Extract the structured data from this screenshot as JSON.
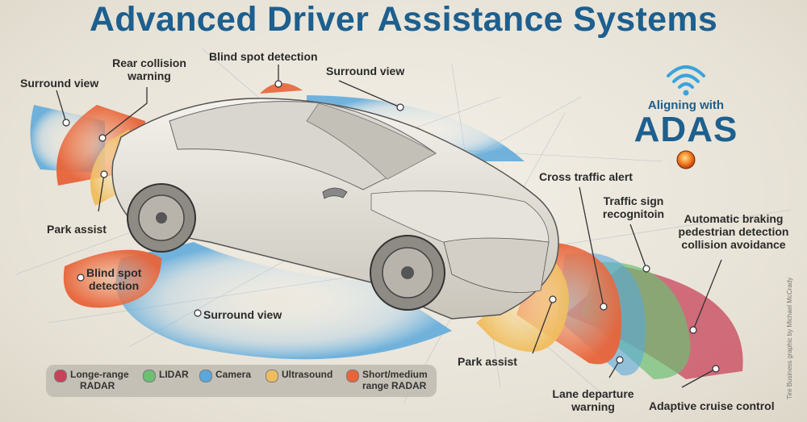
{
  "title": "Advanced Driver Assistance Systems",
  "badge": {
    "top_text": "Aligning with",
    "main_text": "ADAS"
  },
  "labels": {
    "rear_collision": [
      "Rear collision",
      "warning"
    ],
    "blind_spot_top": "Blind spot detection",
    "surround_top_left": "Surround view",
    "surround_top": "Surround view",
    "park_assist_rear": "Park assist",
    "blind_spot_side": [
      "Blind spot",
      "detection"
    ],
    "surround_bottom": "Surround view",
    "cross_traffic": "Cross traffic alert",
    "traffic_sign": [
      "Traffic sign",
      "recognitoin"
    ],
    "auto_braking": [
      "Automatic braking",
      "pedestrian detection",
      "collision avoidance"
    ],
    "park_assist_front": "Park assist",
    "lane_departure": [
      "Lane departure",
      "warning"
    ],
    "adaptive_cruise": "Adaptive cruise control"
  },
  "legend": [
    {
      "label": [
        "Longe-range",
        "RADAR"
      ],
      "color": "#c8435a"
    },
    {
      "label": [
        "LIDAR"
      ],
      "color": "#6cbf73"
    },
    {
      "label": [
        "Camera"
      ],
      "color": "#5aa8db"
    },
    {
      "label": [
        "Ultrasound"
      ],
      "color": "#f0bd5e"
    },
    {
      "label": [
        "Short/medium",
        "range RADAR"
      ],
      "color": "#e8643a"
    }
  ],
  "colors": {
    "title": "#1d5f8e",
    "long_radar": "#c8435a",
    "lidar": "#6cbf73",
    "camera": "#5aa8db",
    "ultrasound": "#f0bd5e",
    "short_radar": "#e8643a"
  },
  "credit": "Tire Business graphic by Michael McCrady"
}
